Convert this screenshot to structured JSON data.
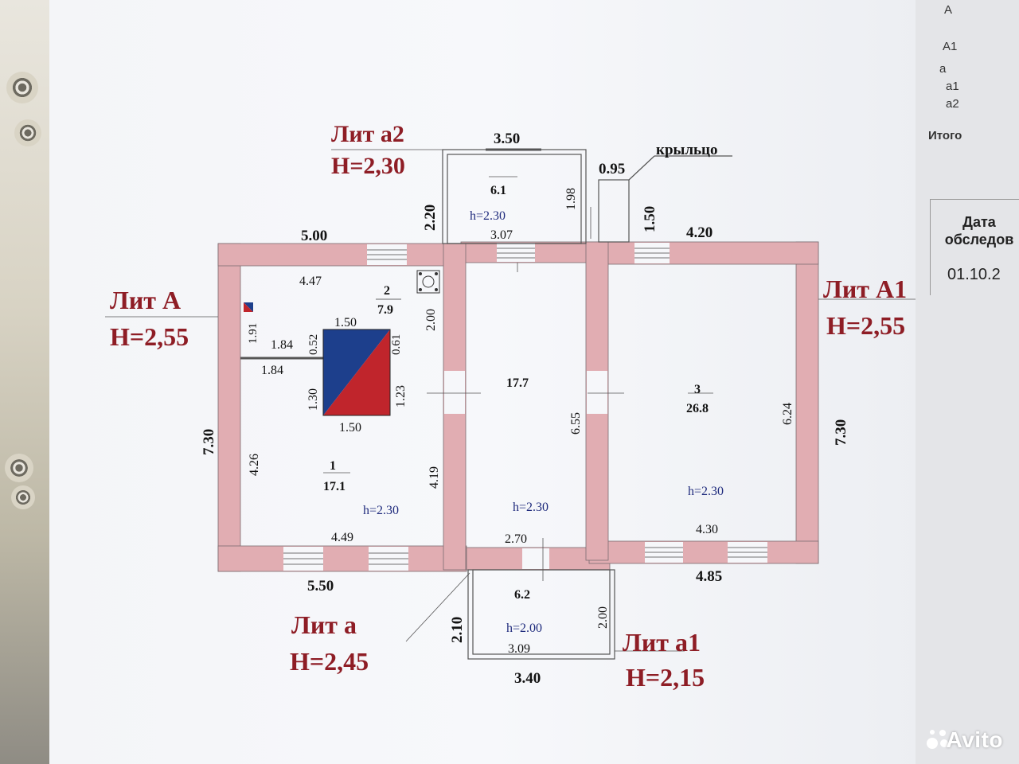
{
  "side_panel": {
    "rows": [
      "А",
      "А1",
      "а",
      "а1",
      "а2"
    ],
    "total": "Итого",
    "date_label": "Дата обследов",
    "date_value": "01.10.2"
  },
  "lit_labels": {
    "a2": {
      "name": "Лит а2",
      "h": "H=2,30"
    },
    "A": {
      "name": "Лит А",
      "h": "H=2,55"
    },
    "A1": {
      "name": "Лит А1",
      "h": "H=2,55"
    },
    "a": {
      "name": "Лит а",
      "h": "H=2,45"
    },
    "a1": {
      "name": "Лит а1",
      "h": "H=2,15"
    }
  },
  "porch_label": "крыльцо",
  "outer_dims": {
    "top_a2": "3.50",
    "left_a2": "2.20",
    "top_A": "5.00",
    "porch_width": "0.95",
    "porch_depth": "1.50",
    "top_A1": "4.20",
    "left_A": "7.30",
    "right_A1": "7.30",
    "bottom_A": "5.50",
    "bottom_A1": "4.85",
    "left_a1": "2.10",
    "bottom_a1": "3.40"
  },
  "rooms": {
    "r61": {
      "number": "",
      "area": "6.1",
      "height": "h=2.30",
      "inner_w": "3.07",
      "inner_h": "1.98"
    },
    "r2": {
      "number": "2",
      "area": "7.9",
      "inner_w": "4.47",
      "inner_h": "2.00",
      "d191": "1.91",
      "d184a": "1.84",
      "d184b": "1.84",
      "d052": "0.52",
      "d061": "0.61"
    },
    "stove": {
      "top": "1.50",
      "bottom": "1.50",
      "left": "1.30",
      "right": "1.23"
    },
    "r1": {
      "number": "1",
      "area": "17.1",
      "height": "h=2.30",
      "inner_w": "4.49",
      "inner_h_left": "4.26",
      "inner_h_right": "4.19"
    },
    "r177": {
      "area": "17.7",
      "height": "h=2.30",
      "inner_w": "2.70",
      "inner_h": "6.55"
    },
    "r3": {
      "number": "3",
      "area": "26.8",
      "height": "h=2.30",
      "inner_w": "4.30",
      "inner_h": "6.24"
    },
    "r62": {
      "area": "6.2",
      "height": "h=2.00",
      "inner_w": "3.09",
      "inner_h": "2.00"
    }
  },
  "colors": {
    "wall": "#e1adb2",
    "lit_text": "#8e1d25",
    "stove_blue": "#1d3f8c",
    "stove_red": "#c0252c"
  },
  "watermark": "Avito"
}
